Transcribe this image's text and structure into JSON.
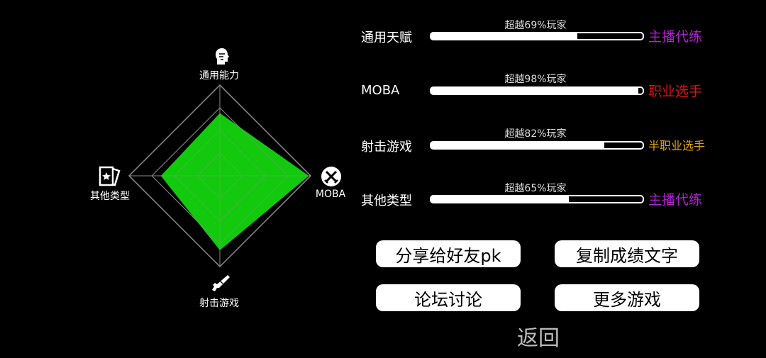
{
  "radar": {
    "axes": [
      {
        "key": "general",
        "label": "通用能力",
        "icon": "head-icon",
        "value": 0.69
      },
      {
        "key": "moba",
        "label": "MOBA",
        "icon": "swords-icon",
        "value": 0.98
      },
      {
        "key": "shooter",
        "label": "射击游戏",
        "icon": "gun-icon",
        "value": 0.82
      },
      {
        "key": "other",
        "label": "其他类型",
        "icon": "card-icon",
        "value": 0.65
      }
    ],
    "fill_color": "#14d40f",
    "grid_color": "#888888"
  },
  "stats": [
    {
      "label": "通用天赋",
      "caption": "超越69%玩家",
      "percent": 69,
      "rank": "主播代练",
      "rank_color": "#b31fd6"
    },
    {
      "label": "MOBA",
      "caption": "超越98%玩家",
      "percent": 98,
      "rank": "职业选手",
      "rank_color": "#e01414"
    },
    {
      "label": "射击游戏",
      "caption": "超越82%玩家",
      "percent": 82,
      "rank": "半职业选手",
      "rank_color": "#e0a020"
    },
    {
      "label": "其他类型",
      "caption": "超越65%玩家",
      "percent": 65,
      "rank": "主播代练",
      "rank_color": "#b31fd6"
    }
  ],
  "buttons": {
    "share": "分享给好友pk",
    "copy": "复制成绩文字",
    "forum": "论坛讨论",
    "more": "更多游戏"
  },
  "back": "返回"
}
